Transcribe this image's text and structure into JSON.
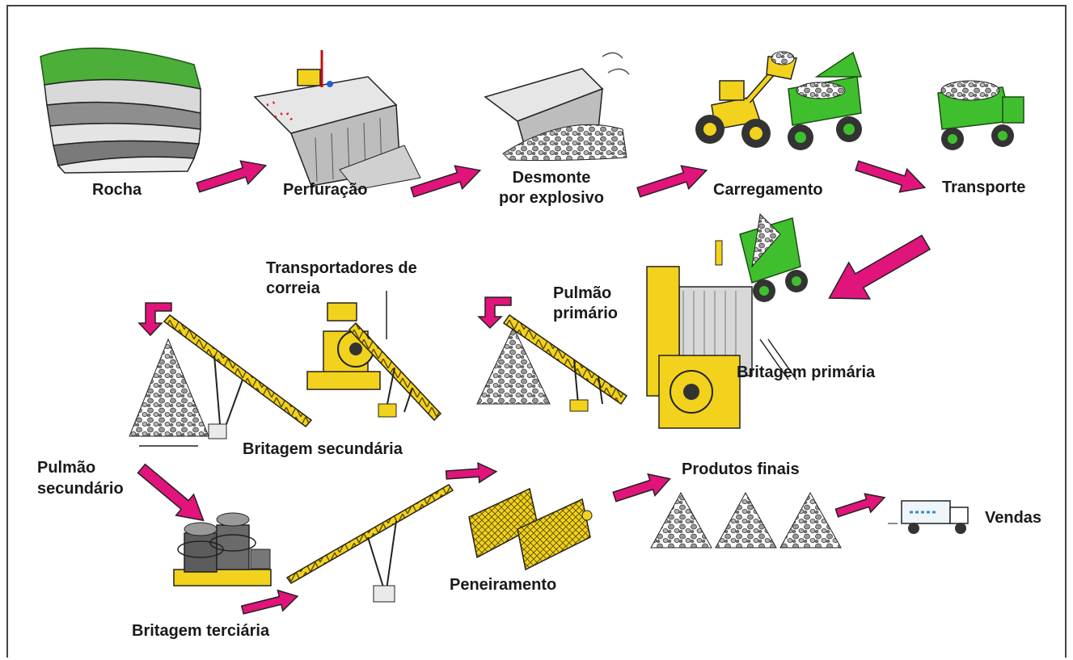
{
  "colors": {
    "arrow": "#e0147a",
    "machine_yellow": "#f2d21c",
    "truck_green": "#3fbf2e",
    "rock_gray": "#8a8a8a",
    "outline": "#222222"
  },
  "stages": {
    "rocha": "Rocha",
    "perfuracao": "Perfuração",
    "desmonte_l1": "Desmonte",
    "desmonte_l2": "por explosivo",
    "carregamento": "Carregamento",
    "transporte": "Transporte",
    "transportadores_l1": "Transportadores de",
    "transportadores_l2": "correia",
    "pulmao_primario_l1": "Pulmão",
    "pulmao_primario_l2": "primário",
    "britagem_primaria": "Britagem primária",
    "britagem_secundaria": "Britagem secundária",
    "pulmao_secundario_l1": "Pulmão",
    "pulmao_secundario_l2": "secundário",
    "britagem_terciaria": "Britagem terciária",
    "peneiramento": "Peneiramento",
    "produtos_finais": "Produtos finais",
    "vendas": "Vendas"
  },
  "icons": {
    "quarry": "open-pit-quarry-icon",
    "drill": "drill-rig-icon",
    "blast": "blasted-rock-face-icon",
    "loader": "wheel-loader-icon",
    "truck": "dump-truck-icon",
    "primary_crusher": "primary-crusher-icon",
    "conveyor": "belt-conveyor-icon",
    "stockpile": "stockpile-icon",
    "secondary_crusher": "secondary-crusher-icon",
    "tertiary_crusher": "cone-crusher-icon",
    "screen": "vibrating-screen-icon",
    "sales_truck": "delivery-truck-icon"
  }
}
